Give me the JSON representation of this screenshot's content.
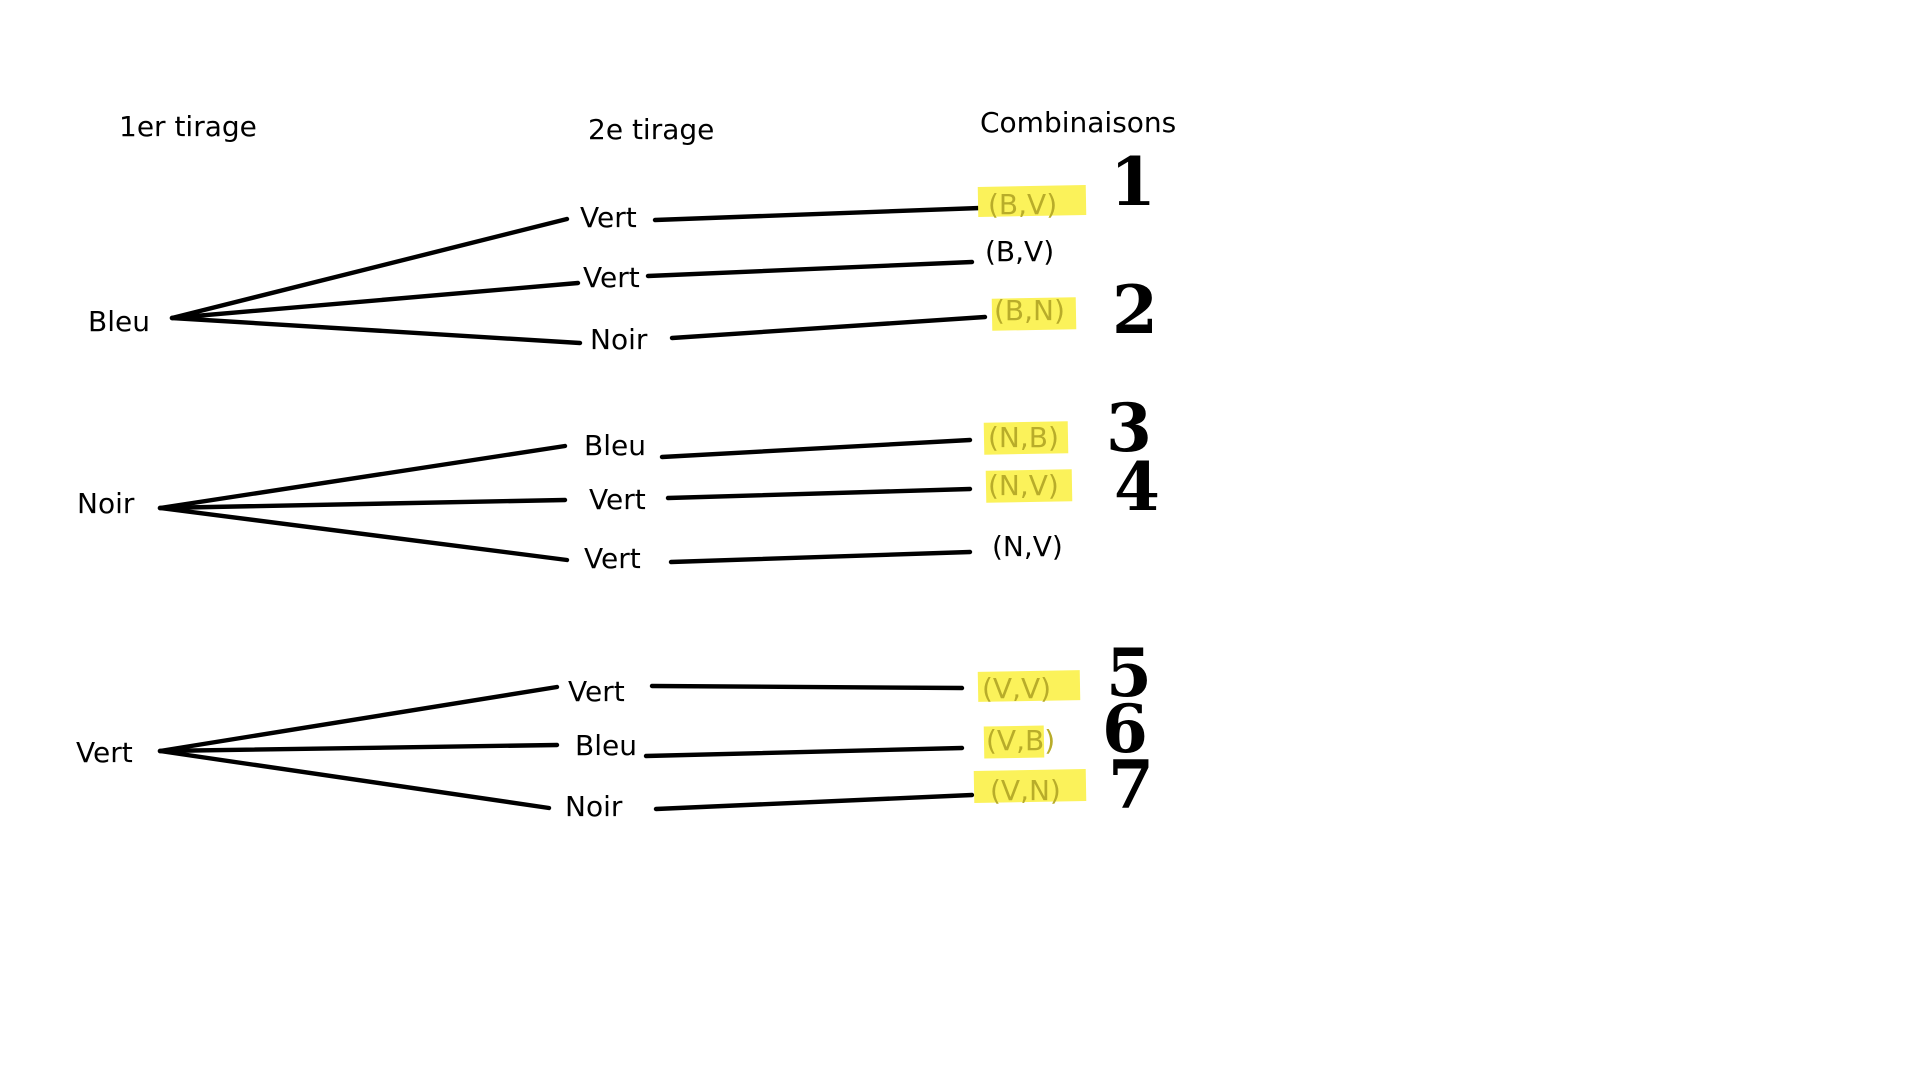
{
  "headers": {
    "first_draw": "1er tirage",
    "second_draw": "2e tirage",
    "combinations": "Combinaisons"
  },
  "colors": {
    "ink": "#000000",
    "highlight": "#fbf25a",
    "highlighted_text": "#b8ac2a",
    "background": "#ffffff"
  },
  "groups": [
    {
      "first": "Bleu",
      "branches": [
        {
          "second": "Vert",
          "combination": "(B,V)",
          "highlighted": true,
          "number": "1"
        },
        {
          "second": "Vert",
          "combination": "(B,V)",
          "highlighted": false,
          "number": ""
        },
        {
          "second": "Noir",
          "combination": "(B,N)",
          "highlighted": true,
          "number": "2"
        }
      ]
    },
    {
      "first": "Noir",
      "branches": [
        {
          "second": "Bleu",
          "combination": "(N,B)",
          "highlighted": true,
          "number": "3"
        },
        {
          "second": "Vert",
          "combination": "(N,V)",
          "highlighted": true,
          "number": "4"
        },
        {
          "second": "Vert",
          "combination": "(N,V)",
          "highlighted": false,
          "number": ""
        }
      ]
    },
    {
      "first": "Vert",
      "branches": [
        {
          "second": "Vert",
          "combination": "(V,V)",
          "highlighted": true,
          "number": "5"
        },
        {
          "second": "Bleu",
          "combination": "(V,B)",
          "highlighted": true,
          "number": "6"
        },
        {
          "second": "Noir",
          "combination": "(V,N)",
          "highlighted": true,
          "number": "7"
        }
      ]
    }
  ]
}
